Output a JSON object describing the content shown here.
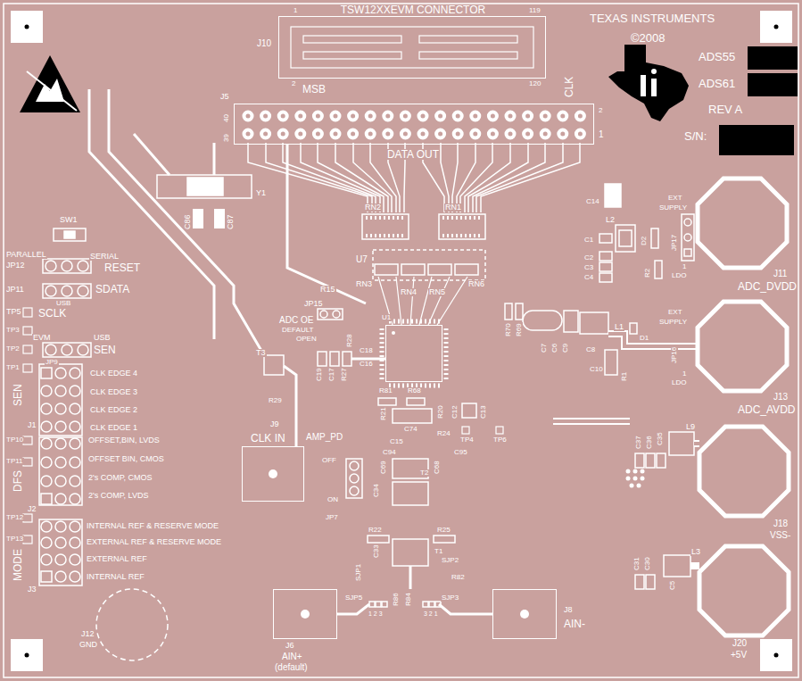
{
  "diagram": {
    "nodes": [
      {
        "text": [
          "TSW12XXEVM CONNECTOR"
        ]
      },
      {
        "text": [
          "DATA OUT"
        ]
      },
      {
        "text": [
          "U1"
        ]
      },
      {
        "text": [
          "J9",
          "CLK IN"
        ]
      },
      {
        "text": [
          "J6",
          "AIN+",
          "(default)"
        ]
      },
      {
        "text": [
          "J8",
          "AIN-"
        ]
      }
    ],
    "labels": [
      "1",
      "119",
      "J10",
      "2",
      "120",
      "TEXAS INSTRUMENTS",
      "©2008",
      "ADS55",
      "ADS61",
      "REV A",
      "S/N:",
      "J5",
      "MSB",
      "CLK",
      "2",
      "1",
      "40",
      "39",
      "Y1",
      "SW1",
      "C86",
      "C87",
      "PARALLEL",
      "SERIAL",
      "JP12",
      "RESET",
      "JP11",
      "SDATA",
      "USB",
      "TP5",
      "SCLK",
      "TP3",
      "EVM",
      "USB",
      "TP2",
      "JP9",
      "SEN",
      "TP1",
      "SEN",
      "CLK EDGE 4",
      "CLK EDGE 3",
      "CLK EDGE 2",
      "CLK EDGE 1",
      "J1",
      "TP10",
      "OFFSET,BIN, LVDS",
      "OFFSET BIN, CMOS",
      "TP11",
      "DFS",
      "2's COMP, CMOS",
      "2's COMP, LVDS",
      "J2",
      "TP12",
      "INTERNAL REF & RESERVE MODE",
      "TP13",
      "EXTERNAL REF & RESERVE MODE",
      "MODE",
      "EXTERNAL REF",
      "INTERNAL REF",
      "J3",
      "J12",
      "GND",
      "RN2",
      "RN1",
      "U7",
      "RN3",
      "RN4",
      "RN5",
      "RN6",
      "R15",
      "JP15",
      "ADC OE",
      "DEFAULT",
      "OPEN",
      "R70",
      "R69",
      "T3",
      "R28",
      "C18",
      "C16",
      "C19",
      "C17",
      "R27",
      "R29",
      "R81",
      "R68",
      "R21",
      "R20",
      "C74",
      "R24",
      "C12",
      "C13",
      "TP4",
      "TP6",
      "C15",
      "AMP_PD",
      "OFF",
      "C94",
      "C95",
      "C69",
      "C68",
      "T2",
      "ON",
      "JP7",
      "C34",
      "R22",
      "R25",
      "C33",
      "T1",
      "SJP1",
      "SJP2",
      "R82",
      "SJP5",
      "R86",
      "R84",
      "SJP3",
      "1 2 3",
      "3 2 1",
      "C14",
      "L2",
      "C1",
      "C2",
      "C3",
      "C4",
      "D2",
      "R2",
      "EXT",
      "SUPPLY",
      "JP17",
      "1",
      "LDO",
      "J11",
      "ADC_DVDD",
      "C7",
      "C6",
      "C9",
      "C8",
      "L1",
      "D1",
      "R1",
      "C10",
      "EXT",
      "SUPPLY",
      "JP16",
      "1",
      "LDO",
      "J13",
      "ADC_AVDD",
      "C37",
      "C36",
      "C35",
      "L9",
      "J18",
      "VSS-",
      "C31",
      "C30",
      "L3",
      "C5",
      "J20",
      "+5V"
    ]
  }
}
